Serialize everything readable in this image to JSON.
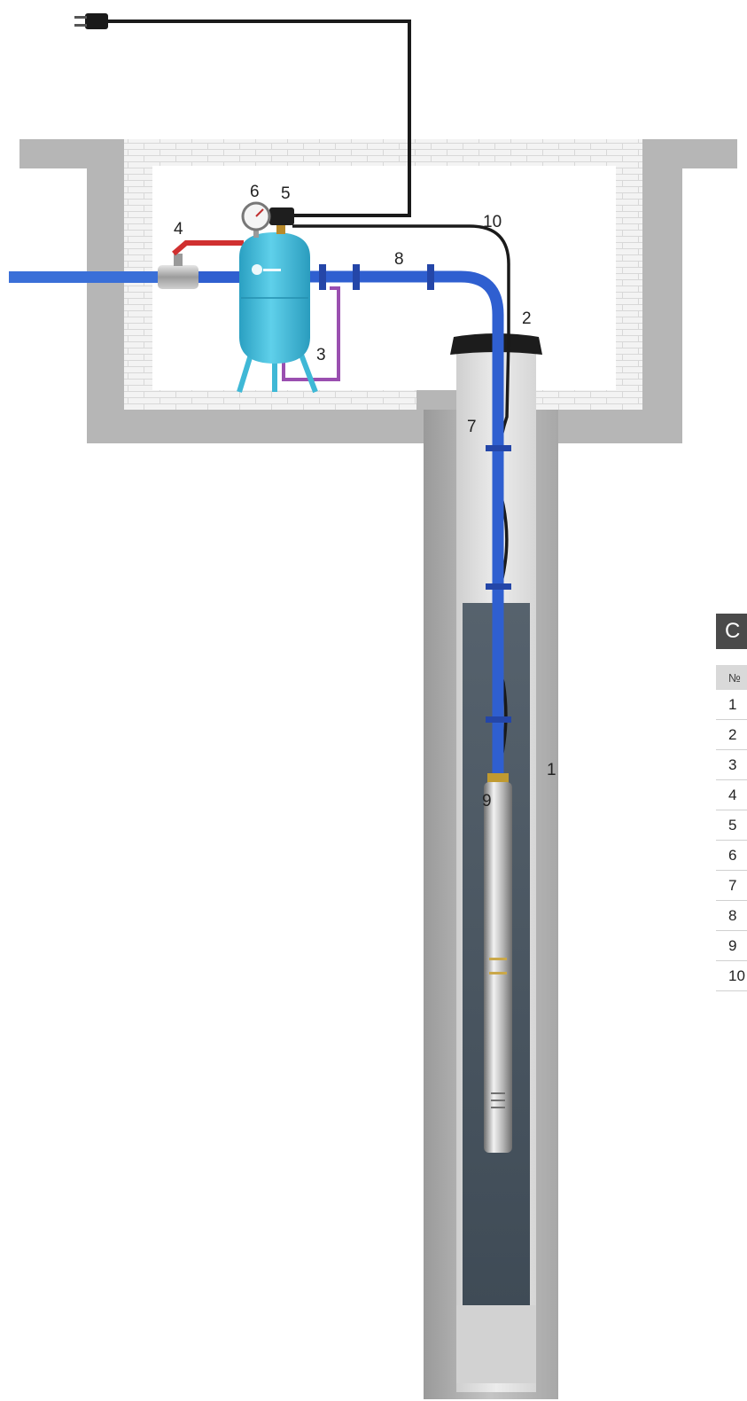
{
  "callouts": [
    {
      "id": "casing",
      "label": "1"
    },
    {
      "id": "well-head",
      "label": "2"
    },
    {
      "id": "purple-tube",
      "label": "3"
    },
    {
      "id": "ball-valve",
      "label": "4"
    },
    {
      "id": "pressure-switch",
      "label": "5"
    },
    {
      "id": "pressure-gauge",
      "label": "6"
    },
    {
      "id": "riser-pipe",
      "label": "7"
    },
    {
      "id": "outlet-pipe",
      "label": "8"
    },
    {
      "id": "pump",
      "label": "9"
    },
    {
      "id": "cable",
      "label": "10"
    }
  ],
  "legend": {
    "title": "C",
    "column_header": "№",
    "rows": [
      "1",
      "2",
      "3",
      "4",
      "5",
      "6",
      "7",
      "8",
      "9",
      "10"
    ]
  },
  "colors": {
    "pipe_blue": "#2f5fd0",
    "tank_cyan": "#3fb8d6",
    "valve_red": "#d03030",
    "tube_purple": "#9a4fb0",
    "concrete_gray": "#b9b9b9",
    "water_dark": "#45525d",
    "cable_black": "#1a1a1a"
  }
}
